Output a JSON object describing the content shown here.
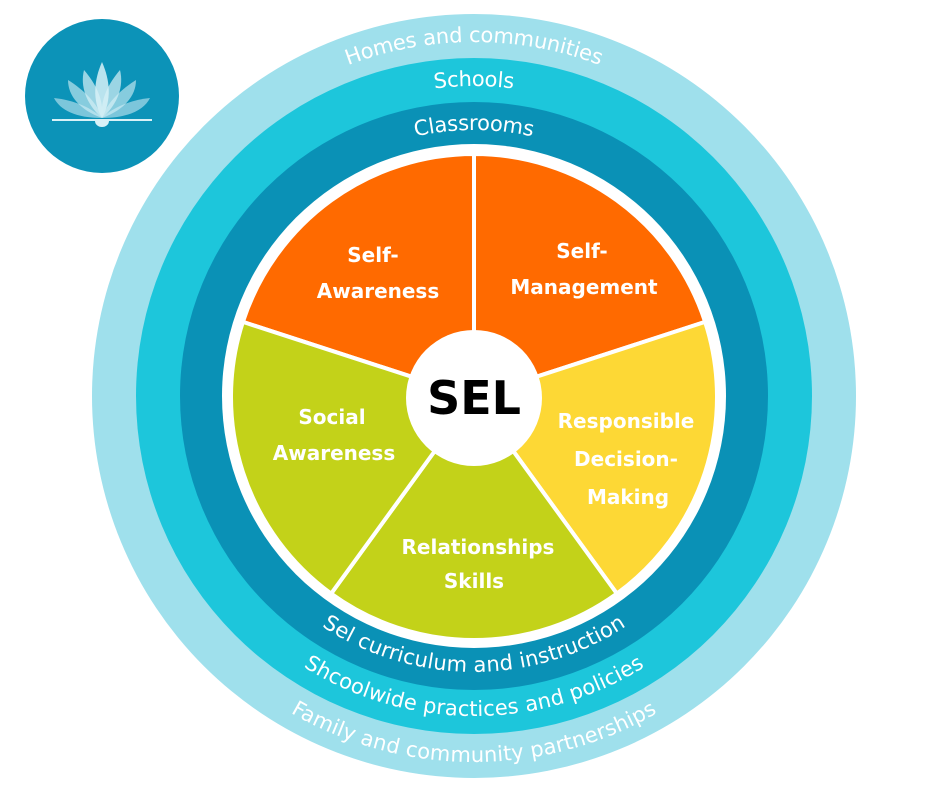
{
  "center_label": "SEL",
  "rings": {
    "outer": {
      "top": "Homes and communities",
      "bottom": "Family and community partnerships"
    },
    "middle": {
      "top": "Schools",
      "bottom": "Shcoolwide practices and policies"
    },
    "inner": {
      "top": "Classrooms",
      "bottom": "Sel curriculum and instruction"
    }
  },
  "slices": [
    {
      "line1": "Self-",
      "line2": "Awareness",
      "line3": ""
    },
    {
      "line1": "Self-",
      "line2": "Management",
      "line3": ""
    },
    {
      "line1": "Responsible",
      "line2": "Decision-",
      "line3": "Making"
    },
    {
      "line1": "Relationships",
      "line2": "Skills",
      "line3": ""
    },
    {
      "line1": "Social",
      "line2": "Awareness",
      "line3": ""
    }
  ],
  "colors": {
    "outer_ring": "#9fe0ec",
    "middle_ring": "#1dc6db",
    "inner_ring": "#0a91b6",
    "orange": "#ff6a00",
    "yellow": "#fdd835",
    "green": "#c3d219",
    "logo": "#0c93b8"
  }
}
